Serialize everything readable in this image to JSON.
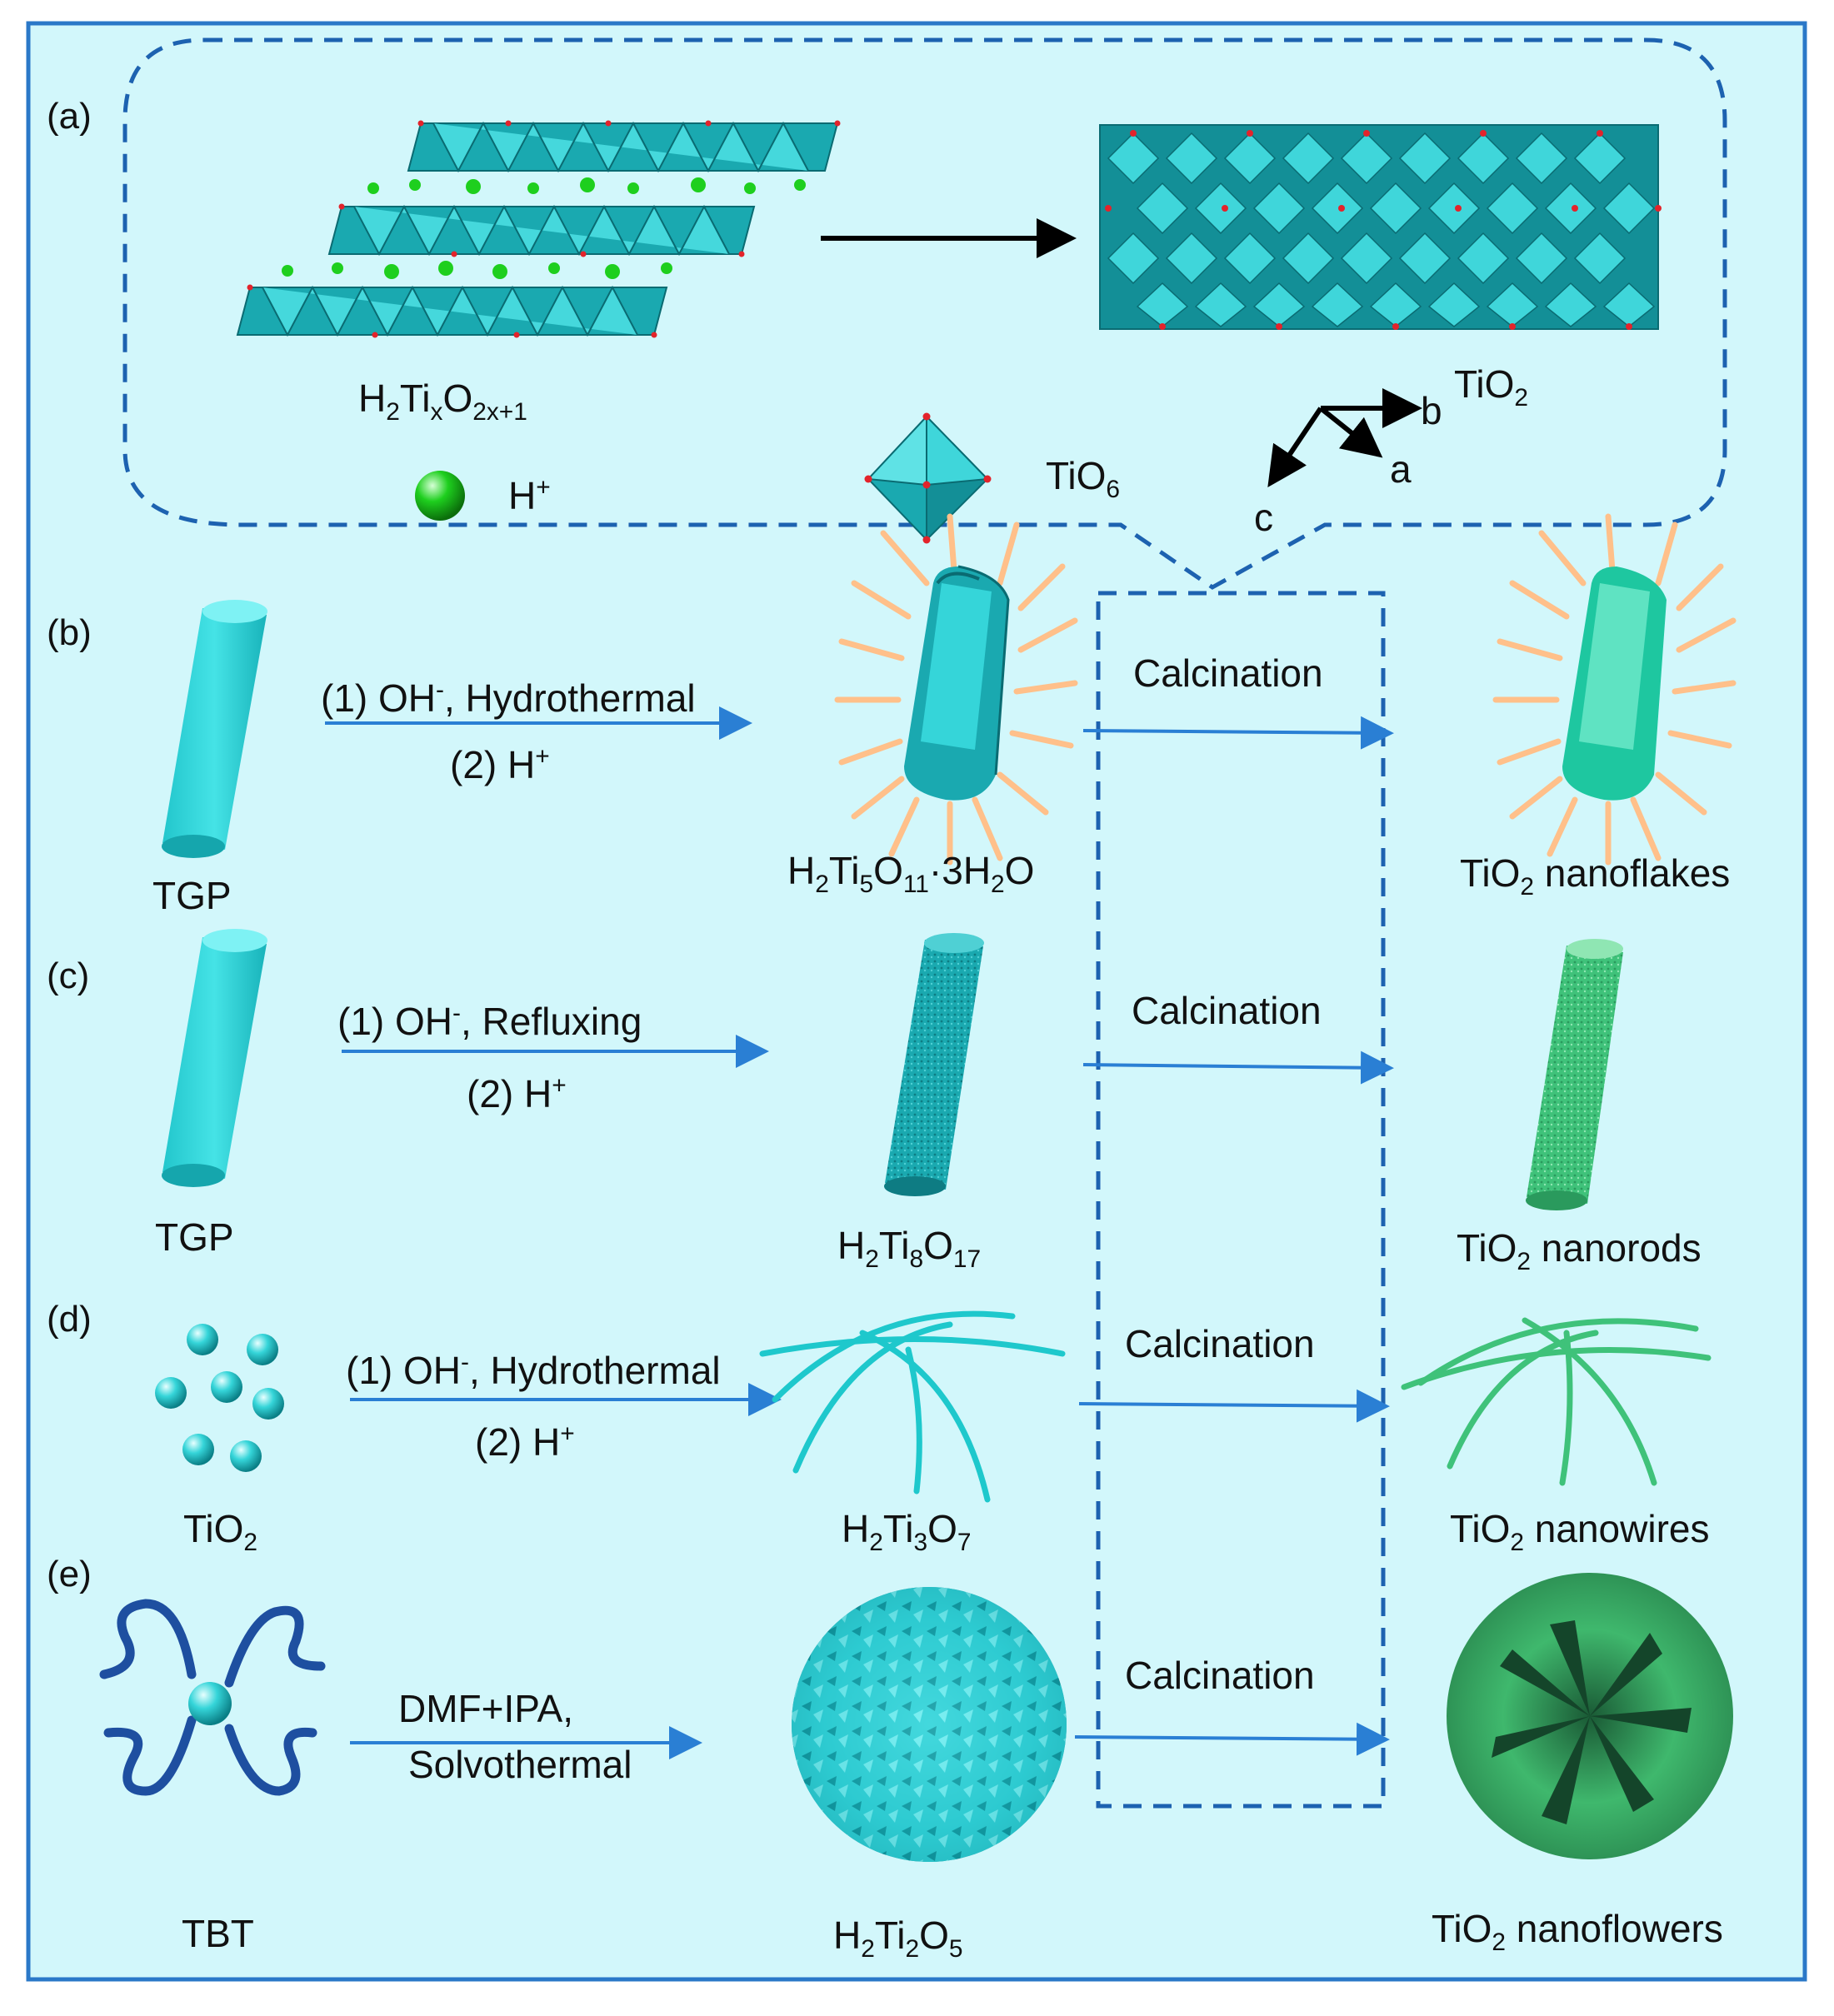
{
  "colors": {
    "background": "#d2f7fb",
    "frame_border": "#2a78c8",
    "dashed": "#1d62b0",
    "arrow": "#2a7fd4",
    "precursor_cyan": "#35d5d9",
    "titanate_teal": "#1aa9b0",
    "tio2_green": "#3fc27a",
    "proton_green": "#1ecf1e",
    "oxygen_red": "#e3232b",
    "flake_orange": "#ffc08a",
    "tbt_chain": "#1e4fa0"
  },
  "icons": {
    "tgp": "cylinder",
    "tio2_particles": "sphere-cluster",
    "tbt": "molecule-with-chains",
    "titanate_layers": "layered-octahedra",
    "tio2_framework": "octahedra-framework",
    "tio6": "octahedron",
    "proton": "sphere",
    "axes": "crystal-axes"
  },
  "panel_a": {
    "label": "(a)",
    "layered_formula": {
      "main": "H",
      "s1": "2",
      "m2": "Ti",
      "s2": "x",
      "m3": "O",
      "s3": "2x+1"
    },
    "tio2_label": {
      "main": "TiO",
      "sub": "2"
    },
    "proton_label": {
      "main": "H",
      "sup": "+"
    },
    "octahedron_label": {
      "main": "TiO",
      "sub": "6"
    },
    "axes": {
      "a": "a",
      "b": "b",
      "c": "c"
    }
  },
  "rows": [
    {
      "label": "(b)",
      "start": "TGP",
      "step1": "(1) OH<sup>-</sup>, Hydrothermal",
      "step2": "(2) H<sup>+</sup>",
      "intermediate": "H<sub>2</sub>Ti<sub>5</sub>O<sub>11</sub>·3H<sub>2</sub>O",
      "calcination": "Calcination",
      "product": "TiO<sub>2</sub> nanoflakes"
    },
    {
      "label": "(c)",
      "start": "TGP",
      "step1": "(1) OH<sup>-</sup>, Refluxing",
      "step2": "(2) H<sup>+</sup>",
      "intermediate": "H<sub>2</sub>Ti<sub>8</sub>O<sub>17</sub>",
      "calcination": "Calcination",
      "product": "TiO<sub>2</sub> nanorods"
    },
    {
      "label": "(d)",
      "start": "TiO<sub>2</sub>",
      "step1": "(1) OH<sup>-</sup>, Hydrothermal",
      "step2": "(2) H<sup>+</sup>",
      "intermediate": "H<sub>2</sub>Ti<sub>3</sub>O<sub>7</sub>",
      "calcination": "Calcination",
      "product": "TiO<sub>2</sub> nanowires"
    },
    {
      "label": "(e)",
      "start": "TBT",
      "step1": "DMF+IPA,",
      "step2": "Solvothermal",
      "intermediate": "H<sub>2</sub>Ti<sub>2</sub>O<sub>5</sub>",
      "calcination": "Calcination",
      "product": "TiO<sub>2</sub> nanoflowers"
    }
  ]
}
